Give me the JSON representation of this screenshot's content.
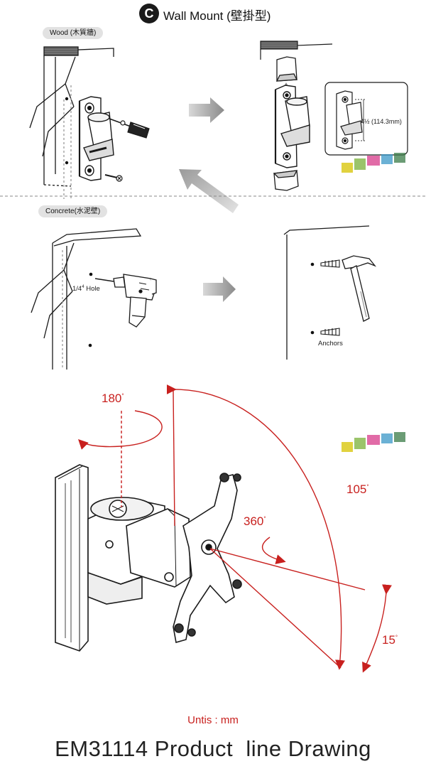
{
  "header": {
    "step": "C",
    "title": "Wall Mount (壁掛型)"
  },
  "wood": {
    "label": "Wood (木質牆)",
    "measurement": "4½ (114.3mm)"
  },
  "concrete": {
    "label": "Concrete(水泥壁)",
    "hole_base": "1/4",
    "hole_sup": "4",
    "hole_suffix": " Hole",
    "anchors": "Anchors"
  },
  "rotation": {
    "swivel": "180",
    "tilt_range": "105",
    "rotate": "360",
    "tilt_small": "15",
    "degree_mark": "°"
  },
  "footer": {
    "units": "Untis : mm",
    "title": "EM31114 Product  line Drawing"
  },
  "colors": {
    "accent": "#c8201e",
    "line": "#1a1a1a",
    "arrow_gray": "#9a9a9a"
  }
}
